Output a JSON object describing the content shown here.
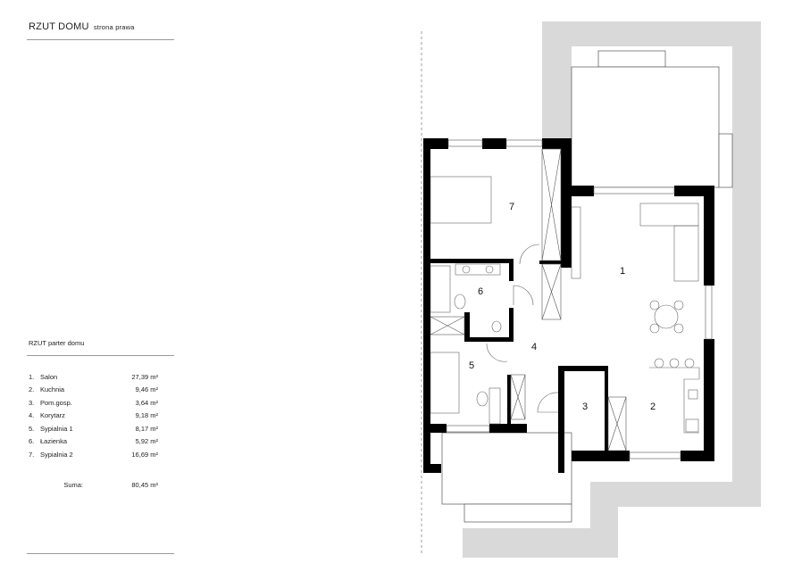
{
  "header": {
    "title": "RZUT DOMU",
    "subtitle": "strona prawa"
  },
  "legend": {
    "title": "RZUT  parter domu",
    "unit": "m²",
    "rooms": [
      {
        "no": "1.",
        "name": "Salon",
        "area": "27,39 m²"
      },
      {
        "no": "2.",
        "name": "Kuchnia",
        "area": "9,46 m²"
      },
      {
        "no": "3.",
        "name": "Pom.gosp.",
        "area": "3,64 m²"
      },
      {
        "no": "4.",
        "name": "Korytarz",
        "area": "9,18 m²"
      },
      {
        "no": "5.",
        "name": "Sypialnia 1",
        "area": "8,17 m²"
      },
      {
        "no": "6.",
        "name": "Łazienka",
        "area": "5,92 m²"
      },
      {
        "no": "7.",
        "name": "Sypialnia 2",
        "area": "16,69 m²"
      }
    ],
    "sum_label": "Suma:",
    "sum_value": "80,45 m²"
  },
  "plan": {
    "labels": [
      "1",
      "2",
      "3",
      "4",
      "5",
      "6",
      "7"
    ],
    "wall_color": "#000000",
    "terrain_color": "#d9d9d9"
  }
}
